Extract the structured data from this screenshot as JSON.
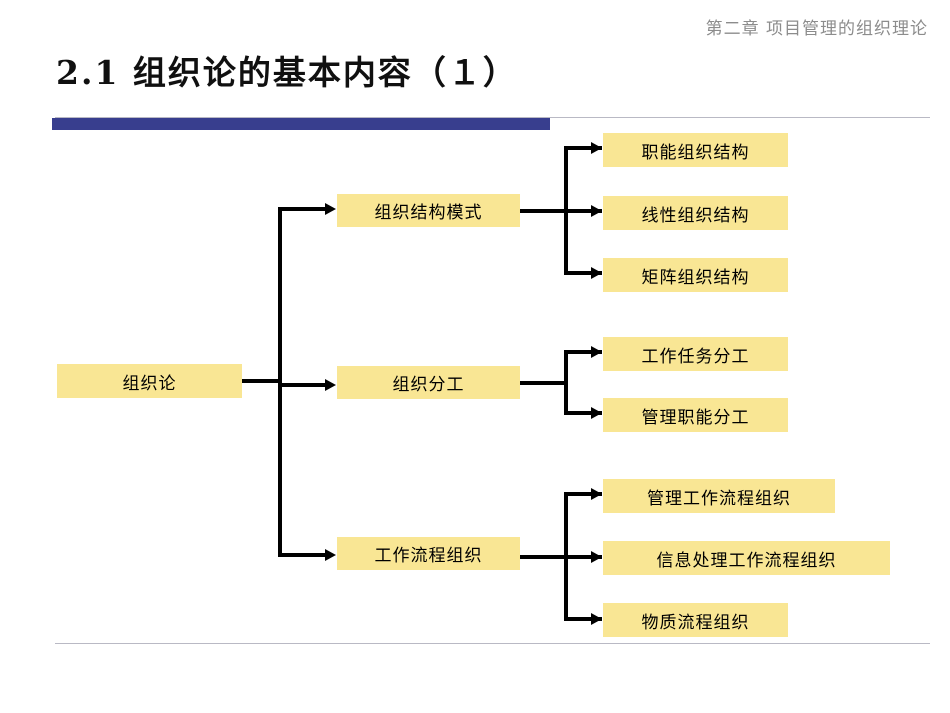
{
  "header": {
    "chapter_label": "第二章   项目管理的组织理论"
  },
  "title": "2.1  组织论的基本内容（１）",
  "colors": {
    "accent_bar": "#383e8e",
    "node_fill": "#f9e694",
    "rule": "#b9b9c4",
    "header_text": "#8c8c8c",
    "connector": "#000000"
  },
  "chart_data": {
    "type": "diagram",
    "title": "2.1  组织论的基本内容（１）",
    "root": {
      "label": "组织论"
    },
    "branches": [
      {
        "label": "组织结构模式",
        "children": [
          {
            "label": "职能组织结构"
          },
          {
            "label": "线性组织结构"
          },
          {
            "label": "矩阵组织结构"
          }
        ]
      },
      {
        "label": "组织分工",
        "children": [
          {
            "label": "工作任务分工"
          },
          {
            "label": "管理职能分工"
          }
        ]
      },
      {
        "label": "工作流程组织",
        "children": [
          {
            "label": "管理工作流程组织"
          },
          {
            "label": "信息处理工作流程组织"
          },
          {
            "label": "物质流程组织"
          }
        ]
      }
    ]
  }
}
